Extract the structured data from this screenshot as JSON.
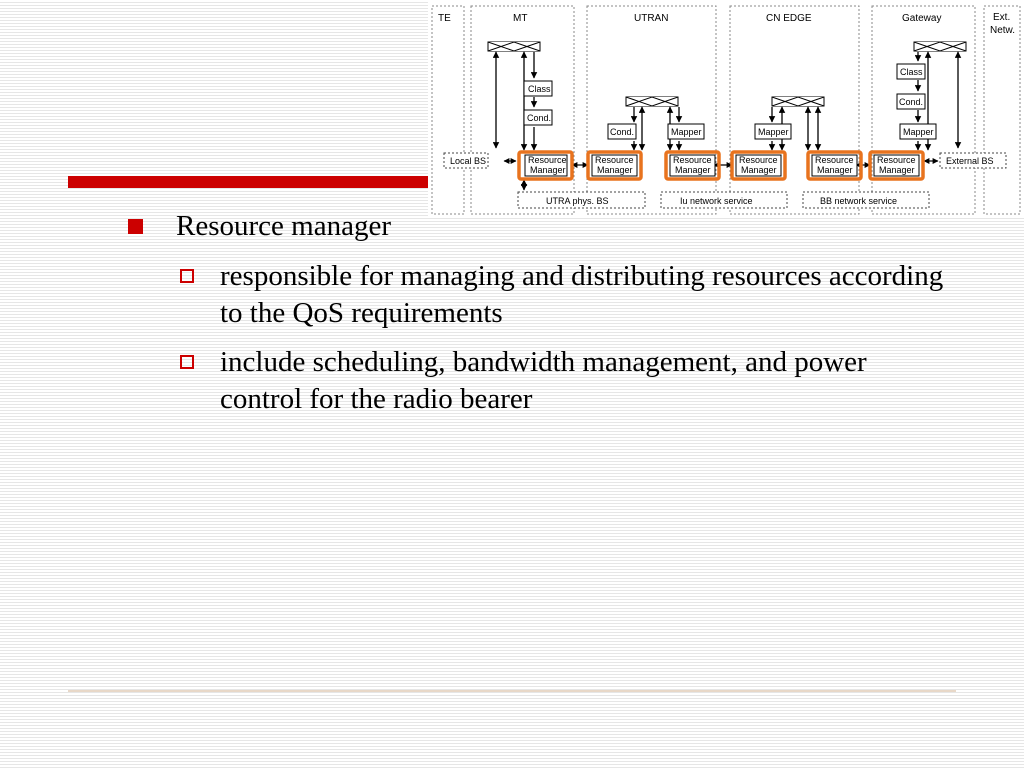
{
  "diagram": {
    "domains": [
      "TE",
      "MT",
      "UTRAN",
      "CN EDGE",
      "Gateway",
      "Ext. Netw."
    ],
    "ext_netw_lines": [
      "Ext.",
      "Netw."
    ],
    "class_label": "Class",
    "cond_label": "Cond.",
    "mapper_label": "Mapper",
    "local_bs": "Local BS",
    "external_bs": "External BS",
    "rm_line1": "Resource",
    "rm_line2": "Manager",
    "services": [
      "UTRA phys. BS",
      "Iu network service",
      "BB network service"
    ],
    "highlight_color": "#e8731e"
  },
  "content": {
    "bullet1": "Resource manager",
    "sub1": "responsible for managing and distributing resources according to the QoS requirements",
    "sub2": "include scheduling, bandwidth management, and power control for the radio bearer"
  },
  "colors": {
    "accent": "#cc0000",
    "highlight": "#e8731e"
  }
}
